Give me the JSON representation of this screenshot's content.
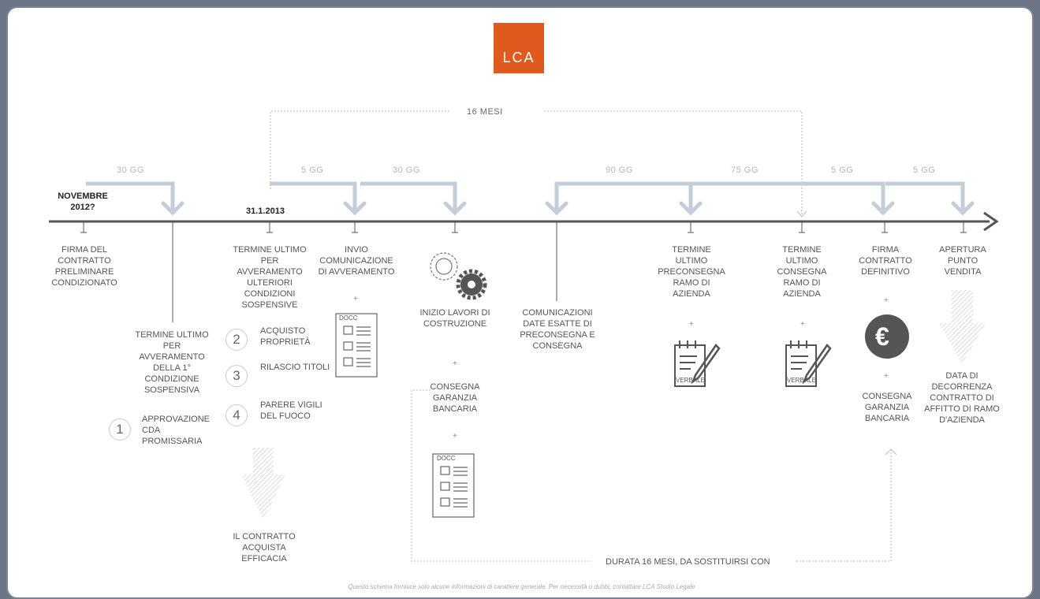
{
  "logo": {
    "text": "LCA",
    "color": "#e05a1f"
  },
  "top_span": "16 MESI",
  "bottom_span": "DURATA 16 MESI, DA SOSTITUIRSI CON",
  "durations": [
    "30 GG",
    "5 GG",
    "30 GG",
    "90 GG",
    "75 GG",
    "5 GG",
    "5 GG"
  ],
  "dates": {
    "novembre": "NOVEMBRE 2012?",
    "gennaio": "31.1.2013"
  },
  "events": {
    "e1": "FIRMA DEL CONTRATTO PRELIMINARE CONDIZIONATO",
    "e2": "TERMINE ULTIMO PER AVVERAMENTO DELLA 1° CONDIZIONE SOSPENSIVA",
    "e3": "TERMINE ULTIMO PER AVVERAMENTO ULTERIORI CONDIZIONI SOSPENSIVE",
    "e4": "INVIO COMUNICAZIONE DI AVVERAMENTO",
    "e5": "INIZIO LAVORI DI COSTRUZIONE",
    "e5b": "CONSEGNA GARANZIA BANCARIA",
    "e6": "COMUNICAZIONI DATE ESATTE DI PRECONSEGNA E CONSEGNA",
    "e7": "TERMINE ULTIMO PRECONSEGNA RAMO DI AZIENDA",
    "e8": "TERMINE ULTIMO CONSEGNA RAMO DI AZIENDA",
    "e9": "FIRMA CONTRATTO DEFINITIVO",
    "e9b": "CONSEGNA GARANZIA BANCARIA",
    "e10": "APERTURA PUNTO VENDITA",
    "e10b": "DATA DI DECORRENZA CONTRATTO DI AFFITTO DI RAMO D'AZIENDA"
  },
  "conditions": [
    {
      "num": "1",
      "label": "APPROVAZIONE CDA PROMISSARIA"
    },
    {
      "num": "2",
      "label": "ACQUISTO PROPRIETÀ"
    },
    {
      "num": "3",
      "label": "RILASCIO TITOLI"
    },
    {
      "num": "4",
      "label": "PARERE VIGILI DEL FUOCO"
    }
  ],
  "efficacy": "IL CONTRATTO ACQUISTA EFFICACIA",
  "doc_label": "DOCC",
  "verbale_label": "VERBALE",
  "euro_symbol": "€",
  "plus": "+",
  "footer": "Questo schema fornisce solo alcune informazioni di carattere generale. Per necessità o dubbi, contattare LCA Studio Legale",
  "colors": {
    "arrow": "#c4ced8",
    "axis": "#555555",
    "dotted": "#c8c8c8",
    "euro": "#555555"
  }
}
